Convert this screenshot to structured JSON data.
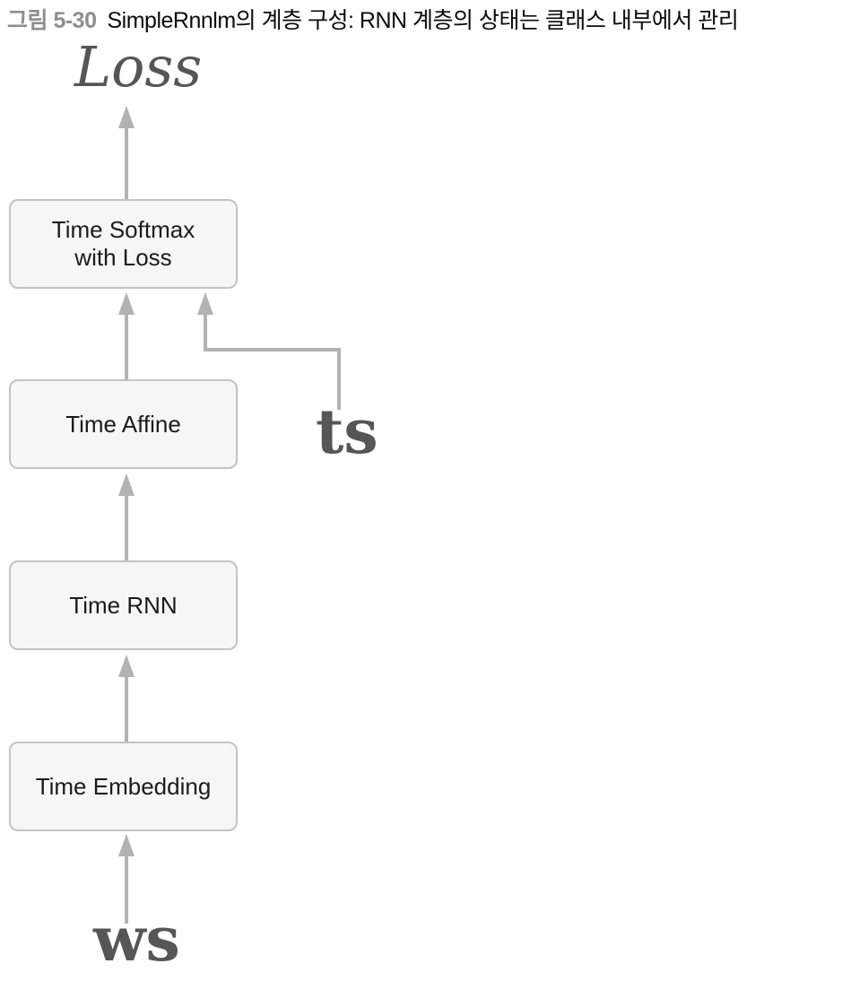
{
  "figure": {
    "label": "그림 5-30",
    "title": "SimpleRnnlm의 계층 구성: RNN 계층의 상태는 클래스 내부에서 관리"
  },
  "diagram": {
    "output_label": "Loss",
    "nodes": [
      {
        "id": "time-softmax-with-loss",
        "label": "Time Softmax\nwith Loss"
      },
      {
        "id": "time-affine",
        "label": "Time Affine"
      },
      {
        "id": "time-rnn",
        "label": "Time RNN"
      },
      {
        "id": "time-embedding",
        "label": "Time Embedding"
      }
    ],
    "inputs": [
      {
        "id": "ts",
        "label": "ts"
      },
      {
        "id": "ws",
        "label": "ws"
      }
    ],
    "edges": [
      {
        "from": "ws",
        "to": "time-embedding"
      },
      {
        "from": "time-embedding",
        "to": "time-rnn"
      },
      {
        "from": "time-rnn",
        "to": "time-affine"
      },
      {
        "from": "time-affine",
        "to": "time-softmax-with-loss"
      },
      {
        "from": "ts",
        "to": "time-softmax-with-loss",
        "shape": "elbow"
      },
      {
        "from": "time-softmax-with-loss",
        "to": "loss"
      }
    ],
    "colors": {
      "box_fill": "#f5f6f5",
      "box_border": "#c3c3c3",
      "arrow": "#b2b2b2",
      "io_text": "#565656",
      "figure_label": "#8e8e8e",
      "node_text": "#1b1b1b"
    }
  }
}
